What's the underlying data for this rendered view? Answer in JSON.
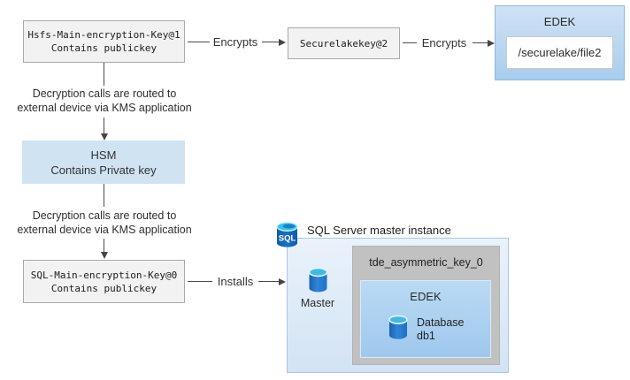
{
  "nodes": {
    "hdfs_key": {
      "name": "Hsfs-Main-encryption-Key@1",
      "subtitle": "Contains publickey"
    },
    "securelake_key": {
      "name": "Securelakekey@2"
    },
    "edek_file": {
      "title": "EDEK",
      "path": "/securelake/file2"
    },
    "hsm": {
      "name": "HSM",
      "subtitle": "Contains Private key"
    },
    "sql_key": {
      "name": "SQL-Main-encryption-Key@0",
      "subtitle": "Contains publickey"
    },
    "sql_instance": {
      "title": "SQL Server master instance",
      "badge_text": "SQL",
      "master_label": "Master",
      "tde_key_name": "tde_asymmetric_key_0",
      "edek_title": "EDEK",
      "database_name": "Database",
      "database_id": "db1"
    }
  },
  "edges": {
    "encrypts_1": "Encrypts",
    "encrypts_2": "Encrypts",
    "installs": "Installs",
    "kms_note_line1": "Decryption calls are routed to",
    "kms_note_line2": "external device via KMS application"
  },
  "icons": {
    "sql_badge": "sql-database-icon",
    "master": "database-cylinder-icon",
    "db1": "database-cylinder-icon"
  },
  "colors": {
    "key_box_fill": "#f2f2f2",
    "key_box_border": "#a9a9a9",
    "hsm_fill": "#cfe3f3",
    "edek_outer_fill": "#b8d5f1",
    "edek_outer_border": "#8fb9de",
    "instance_fill": "#e0ecf8",
    "instance_border": "#a9c7e4",
    "tde_fill": "#c2c1c1",
    "edek_inner_fill": "#aacfef",
    "line_color": "#4d4d4d",
    "db_body_blue": "#2373cd",
    "db_top_cyan": "#41b9e2"
  }
}
